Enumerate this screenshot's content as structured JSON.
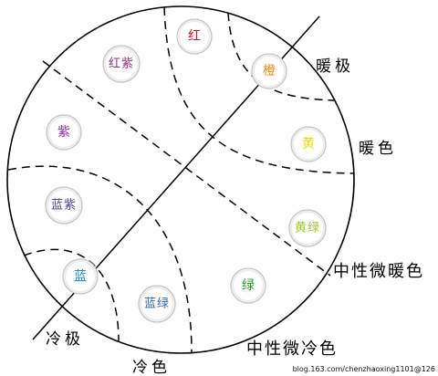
{
  "diagram": {
    "warm_pole": "暖极",
    "cold_pole": "冷极",
    "warm_region": "暖色",
    "cold_region": "冷色",
    "neutral_warm": "中性微暖色",
    "neutral_cool": "中性微冷色",
    "hues": [
      {
        "label": "红",
        "color": "#dd1111"
      },
      {
        "label": "橙",
        "color": "#f39012"
      },
      {
        "label": "黄",
        "color": "#e2dc10"
      },
      {
        "label": "黄绿",
        "color": "#9cc52a"
      },
      {
        "label": "绿",
        "color": "#1f9e2c"
      },
      {
        "label": "蓝绿",
        "color": "#3a6aa6"
      },
      {
        "label": "蓝",
        "color": "#1f86d6"
      },
      {
        "label": "蓝紫",
        "color": "#4f4596"
      },
      {
        "label": "紫",
        "color": "#8e2da4"
      },
      {
        "label": "红紫",
        "color": "#933483"
      }
    ],
    "watermark": "blog.163.com/chenzhaoxing1101@126"
  }
}
